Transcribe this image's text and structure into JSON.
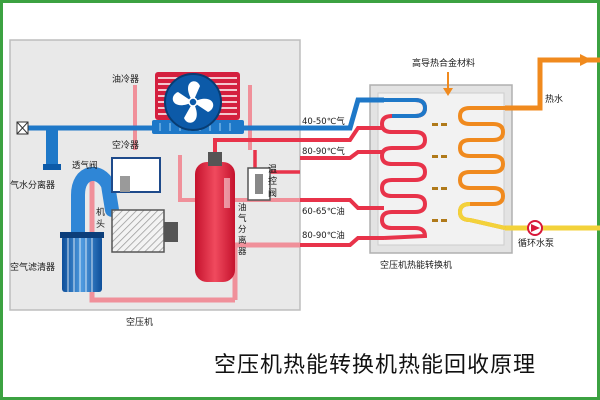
{
  "colors": {
    "hot_red": "#e8334a",
    "oil_red": "#d8183a",
    "pink": "#f0909a",
    "cool_blue": "#1e78c8",
    "water_orange": "#f08a1e",
    "water_yellow": "#f3d23a",
    "panel_bg": "#e9e9e9",
    "border_green": "#3ca241",
    "frame_gray": "#bdbdbd"
  },
  "compressor": {
    "oil_cooler": "油冷器",
    "air_cooler": "空冷器",
    "vent_valve": "透气阀",
    "air_water_separator": "气水分离器",
    "machine_head": "机头",
    "temp_control_valve": "温控阀",
    "oil_gas_separator": "油气分离器",
    "air_filter": "空气滤清器",
    "title": "空压机",
    "fan_icon": "fan-icon"
  },
  "pipes": {
    "t1": "40-50℃气",
    "t2": "80-90℃气",
    "t3": "60-65℃油",
    "t4": "80-90℃油"
  },
  "exchanger": {
    "material": "高导热合金材料",
    "title": "空压机热能转换机",
    "hot_water": "热水",
    "pump": "循环水泵",
    "pump_icon": "pump-icon"
  },
  "caption": "空压机热能转换机热能回收原理"
}
